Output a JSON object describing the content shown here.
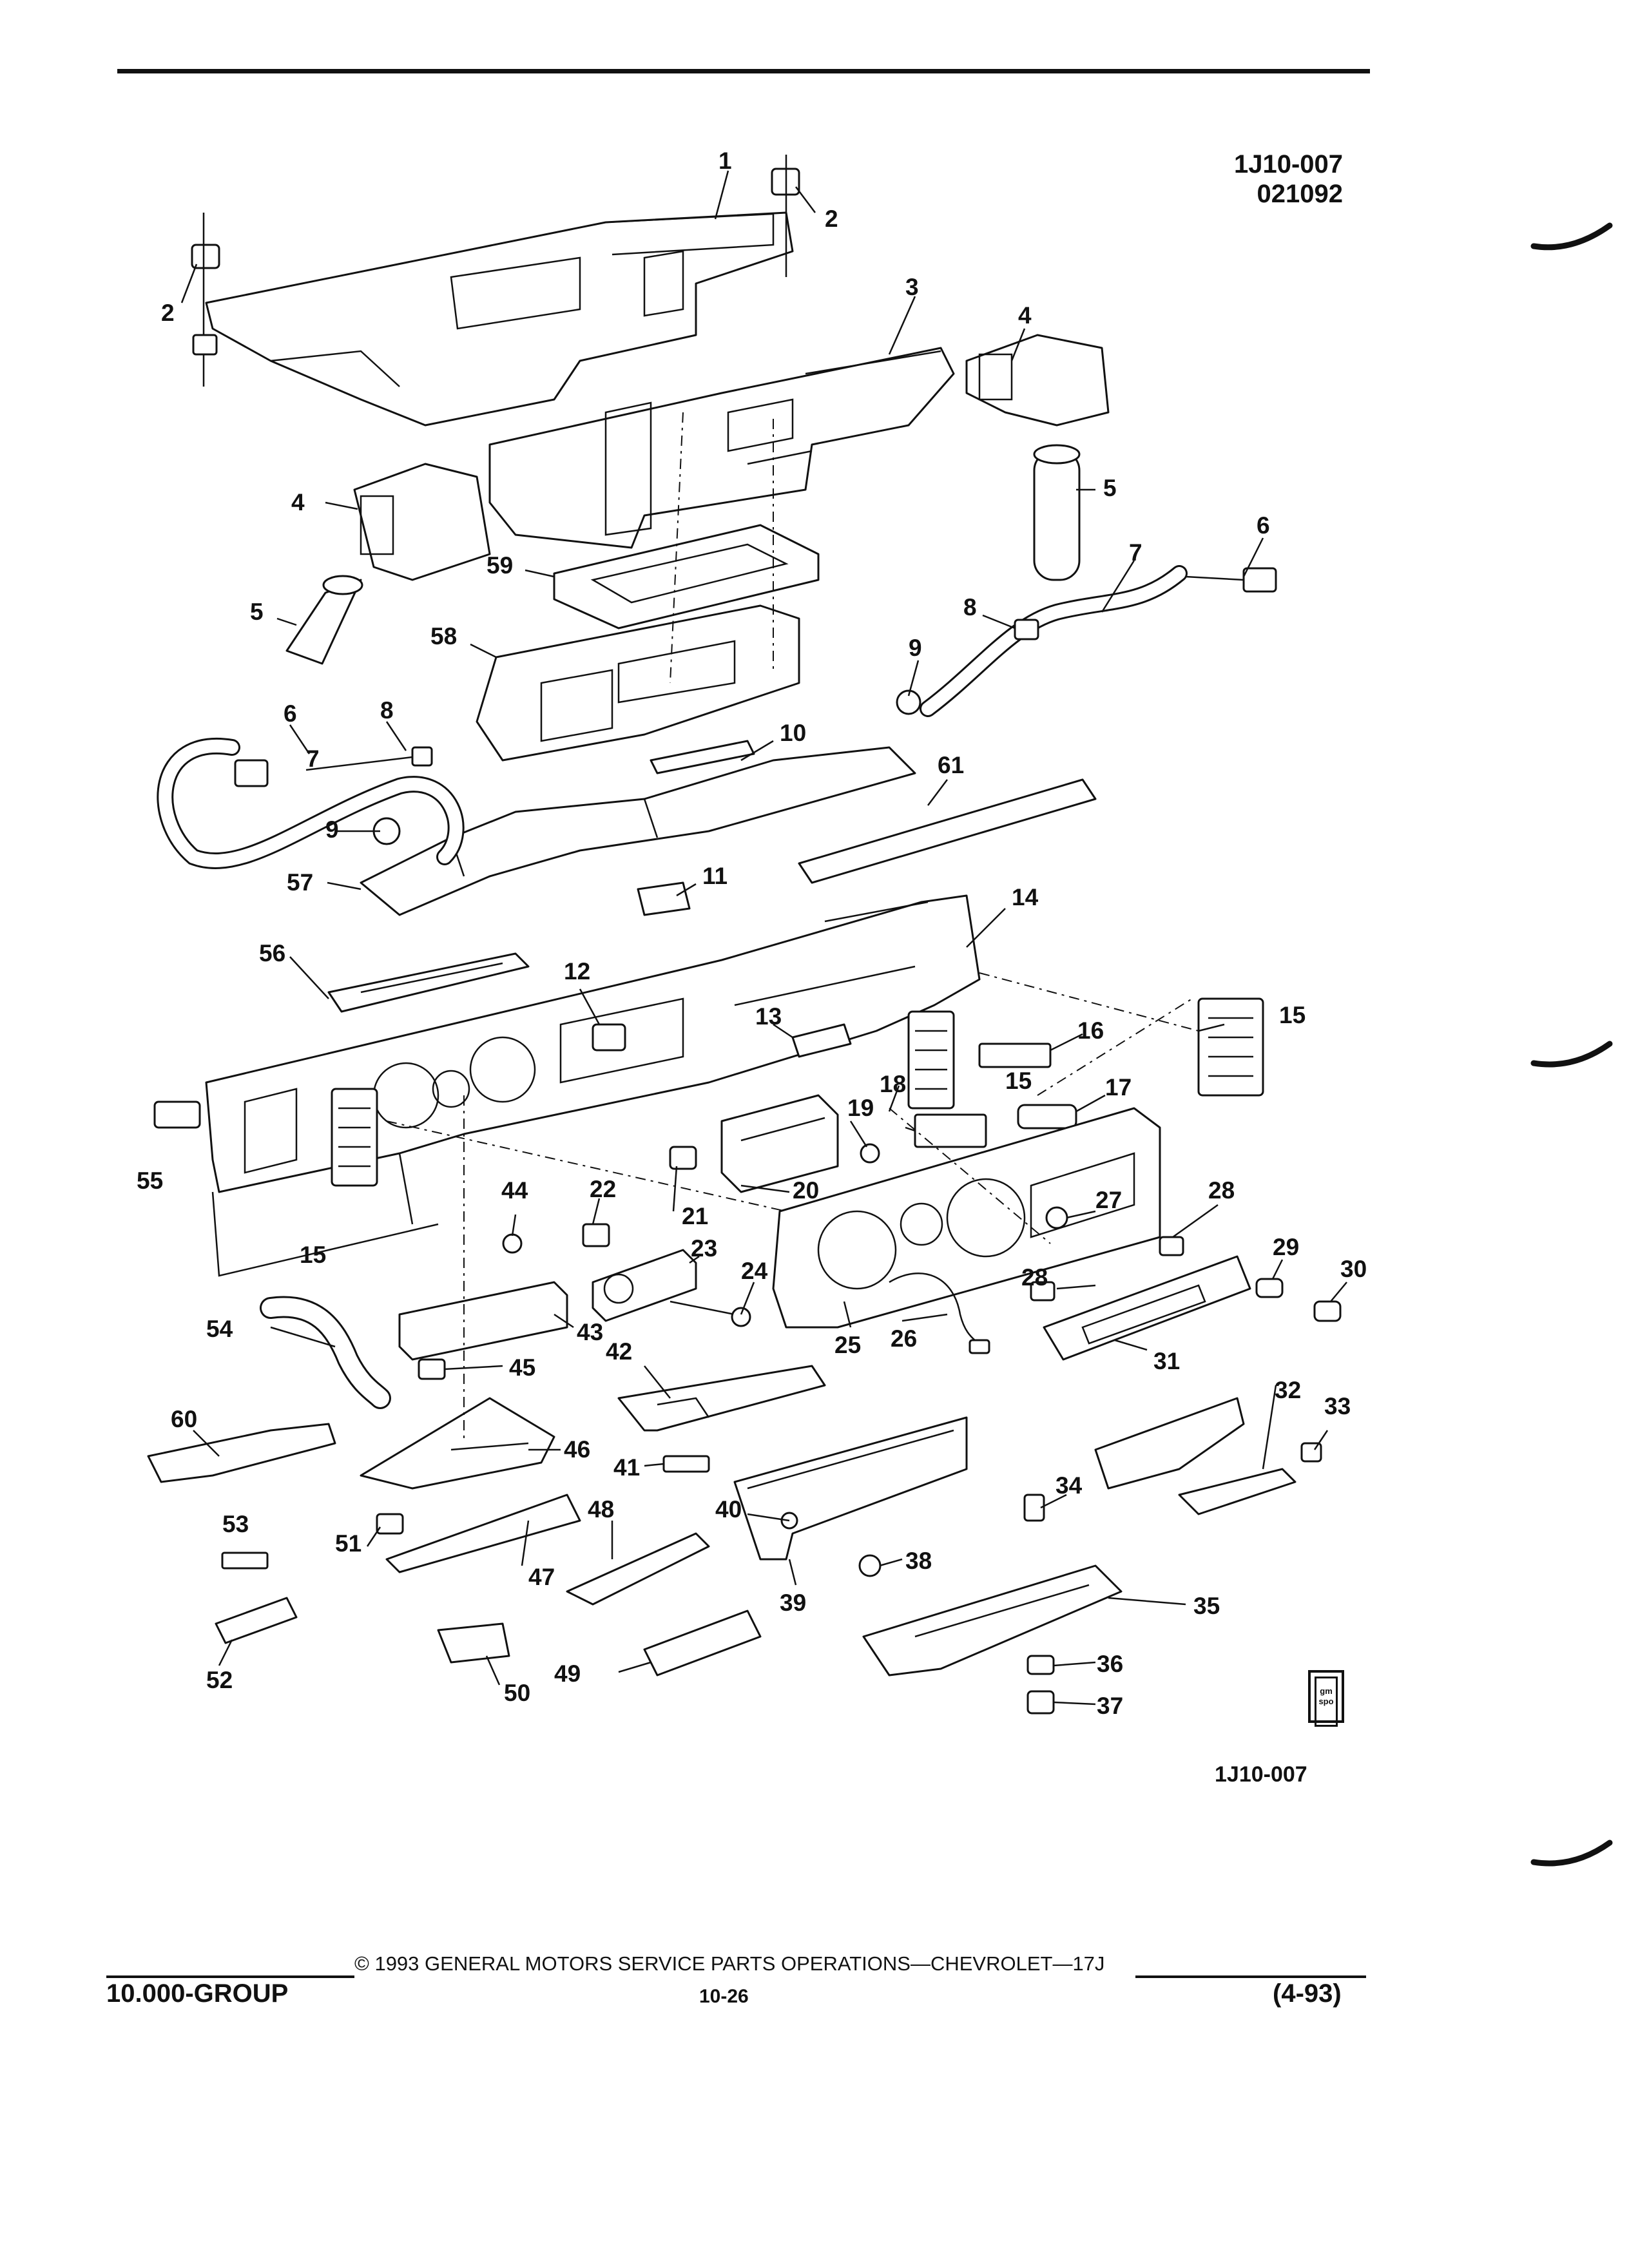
{
  "header": {
    "code_line1": "1J10-007",
    "code_line2": "021092"
  },
  "figure": {
    "ref_code": "1J10-007",
    "callouts": [
      "1",
      "2",
      "3",
      "4",
      "5",
      "6",
      "7",
      "8",
      "9",
      "10",
      "11",
      "12",
      "13",
      "14",
      "15",
      "16",
      "17",
      "18",
      "19",
      "20",
      "21",
      "22",
      "23",
      "24",
      "25",
      "26",
      "27",
      "28",
      "29",
      "30",
      "31",
      "32",
      "33",
      "34",
      "35",
      "36",
      "37",
      "38",
      "39",
      "40",
      "41",
      "42",
      "43",
      "44",
      "45",
      "46",
      "47",
      "48",
      "49",
      "50",
      "51",
      "52",
      "53",
      "54",
      "55",
      "56",
      "57",
      "58",
      "59",
      "60",
      "61"
    ],
    "badge_text": "gm spo"
  },
  "footer": {
    "copyright": "© 1993 GENERAL MOTORS SERVICE PARTS OPERATIONS—CHEVROLET—17J",
    "group": "10.000-GROUP",
    "page": "10-26",
    "date": "(4-93)"
  }
}
